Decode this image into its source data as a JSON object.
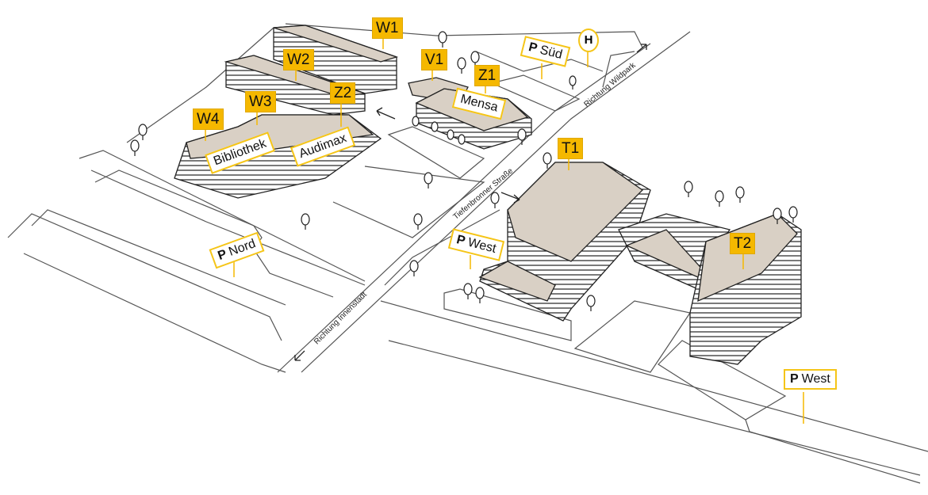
{
  "colors": {
    "accent": "#f5b800",
    "roof": "#d9d0c5",
    "line": "#222222",
    "road": "#555555"
  },
  "buildings": [
    {
      "id": "W1",
      "label": "W1"
    },
    {
      "id": "W2",
      "label": "W2"
    },
    {
      "id": "W3",
      "label": "W3"
    },
    {
      "id": "W4",
      "label": "W4"
    },
    {
      "id": "V1",
      "label": "V1"
    },
    {
      "id": "Z1",
      "label": "Z1"
    },
    {
      "id": "Z2",
      "label": "Z2"
    },
    {
      "id": "T1",
      "label": "T1"
    },
    {
      "id": "T2",
      "label": "T2"
    }
  ],
  "places": {
    "bibliothek": "Bibliothek",
    "audimax": "Audimax",
    "mensa": "Mensa"
  },
  "parking": {
    "symbol": "P",
    "sued": "Süd",
    "nord": "Nord",
    "west1": "West",
    "west2": "West"
  },
  "bus_stop": "H",
  "roads": {
    "tiefenbronner": "Tiefenbronner Straße",
    "innenstadt": "Richtung Innenstadt",
    "wildpark": "Richtung Wildpark"
  }
}
